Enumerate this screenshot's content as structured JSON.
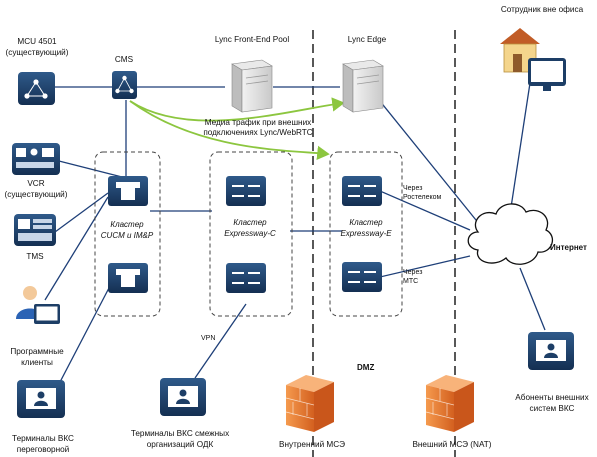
{
  "nodes": {
    "mcu": {
      "label1": "MCU 4501",
      "label2": "(существующий)"
    },
    "cms": {
      "label": "CMS"
    },
    "lync_fe": {
      "label": "Lync Front-End Pool"
    },
    "lync_edge": {
      "label": "Lync Edge"
    },
    "remote_employee": {
      "label": "Сотрудник вне офиса"
    },
    "vcr": {
      "label1": "VCR",
      "label2": "(существующий)"
    },
    "tms": {
      "label": "TMS"
    },
    "soft_clients": {
      "label1": "Программные",
      "label2": "клиенты"
    },
    "meeting_room": {
      "label1": "Терминалы ВКС",
      "label2": "переговорной"
    },
    "adjacent_terminals": {
      "label1": "Терминалы ВКС смежных",
      "label2": "организаций ОДК"
    },
    "internal_fw": {
      "label": "Внутренний МСЭ"
    },
    "external_fw": {
      "label": "Внешний МСЭ (NAT)"
    },
    "external_subscribers": {
      "label1": "Абоненты внешних",
      "label2": "систем ВКС"
    },
    "internet": {
      "label": "Интернет"
    }
  },
  "clusters": {
    "cucm": {
      "label1": "Кластер",
      "label2": "CUCM и IM&P"
    },
    "expc": {
      "label1": "Кластер",
      "label2": "Expressway-C"
    },
    "expe": {
      "label1": "Кластер",
      "label2": "Expressway-E"
    }
  },
  "annotations": {
    "media_line1": "Медиа трафик при внешних",
    "media_line2": "подключениях Lync/WebRTC",
    "rostelecom1": "Через",
    "rostelecom2": "Ростелеком",
    "mts1": "Через",
    "mts2": "МТС",
    "vpn": "VPN",
    "dmz": "DMZ"
  },
  "colors": {
    "device_blue": "#1d3e66",
    "link_blue": "#1e3f78",
    "media_green": "#8cc63f",
    "firewall_orange": "#e8772e",
    "zone_dash": "#111111"
  }
}
